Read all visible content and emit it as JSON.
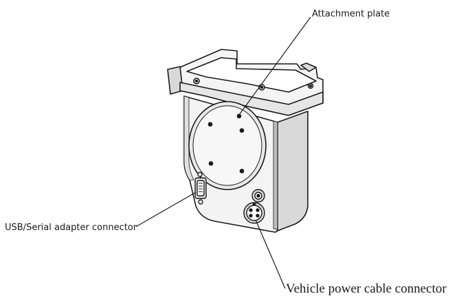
{
  "diagram": {
    "callouts": {
      "attachment_plate": "Attachment plate",
      "usb_serial_connector": "USB/Serial adapter connector",
      "vehicle_power_connector": "Vehicle power cable connector"
    },
    "colors": {
      "line": "#1a1a1a",
      "body_fill": "#f4f4f4",
      "shade": "#d9d9d9",
      "dark_shade": "#bdbdbd"
    }
  }
}
